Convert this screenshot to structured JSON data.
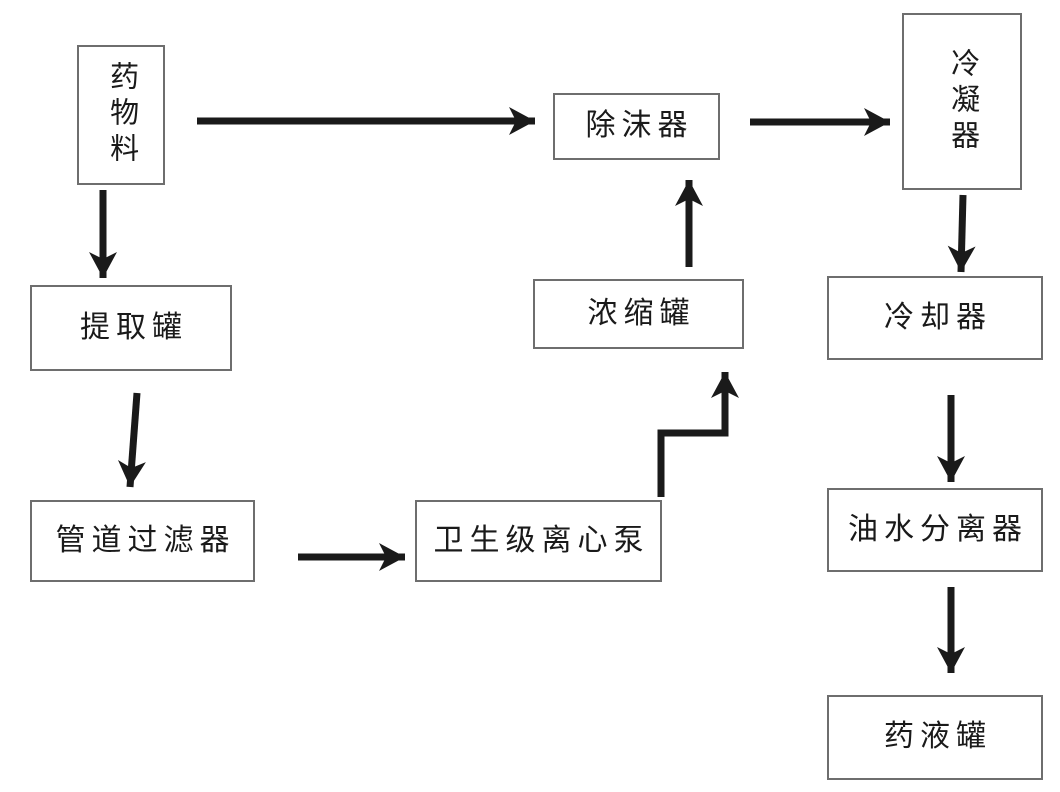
{
  "diagram": {
    "background_color": "#ffffff",
    "arrow_color": "#1a1a1a",
    "box_border_color": "#6e6e6e",
    "nodes": [
      {
        "id": "drug-material",
        "label": "药物料",
        "text_orientation": "vertical"
      },
      {
        "id": "demister",
        "label": "除沫器",
        "text_orientation": "horizontal"
      },
      {
        "id": "condenser",
        "label": "冷凝器",
        "text_orientation": "vertical"
      },
      {
        "id": "extraction-tank",
        "label": "提取罐",
        "text_orientation": "horizontal"
      },
      {
        "id": "concentration-tank",
        "label": "浓缩罐",
        "text_orientation": "horizontal"
      },
      {
        "id": "cooler",
        "label": "冷却器",
        "text_orientation": "horizontal"
      },
      {
        "id": "pipeline-filter",
        "label": "管道过滤器",
        "text_orientation": "horizontal"
      },
      {
        "id": "sanitary-centrifugal-pump",
        "label": "卫生级离心泵",
        "text_orientation": "horizontal"
      },
      {
        "id": "oil-water-separator",
        "label": "油水分离器",
        "text_orientation": "horizontal"
      },
      {
        "id": "liquid-medicine-tank",
        "label": "药液罐",
        "text_orientation": "horizontal"
      }
    ],
    "edges": [
      {
        "from": "drug-material",
        "to": "demister",
        "shape": "straight"
      },
      {
        "from": "demister",
        "to": "condenser",
        "shape": "straight"
      },
      {
        "from": "drug-material",
        "to": "extraction-tank",
        "shape": "straight"
      },
      {
        "from": "extraction-tank",
        "to": "pipeline-filter",
        "shape": "straight"
      },
      {
        "from": "pipeline-filter",
        "to": "sanitary-centrifugal-pump",
        "shape": "straight"
      },
      {
        "from": "sanitary-centrifugal-pump",
        "to": "concentration-tank",
        "shape": "elbow-up-right-up"
      },
      {
        "from": "concentration-tank",
        "to": "demister",
        "shape": "straight"
      },
      {
        "from": "condenser",
        "to": "cooler",
        "shape": "straight"
      },
      {
        "from": "cooler",
        "to": "oil-water-separator",
        "shape": "straight"
      },
      {
        "from": "oil-water-separator",
        "to": "liquid-medicine-tank",
        "shape": "straight"
      }
    ]
  }
}
